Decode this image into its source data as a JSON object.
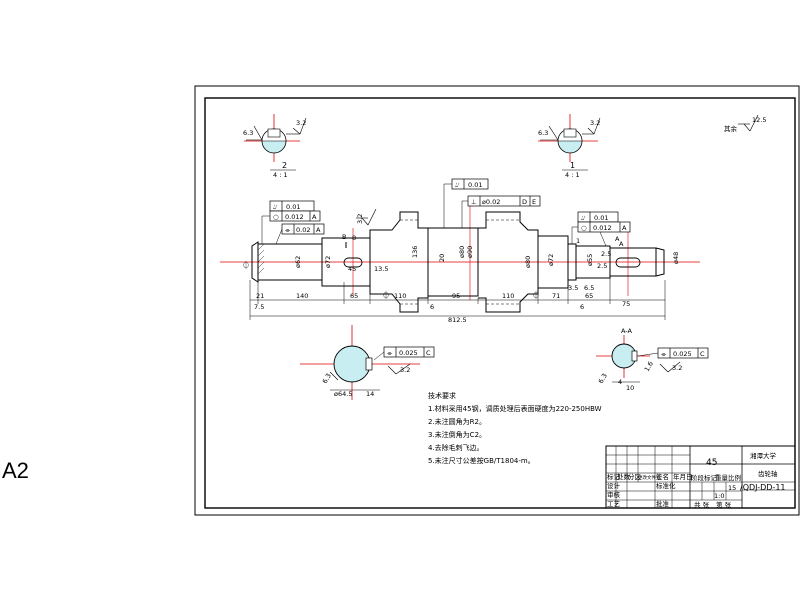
{
  "sheet": {
    "size_label": "A2"
  },
  "dimensions": {
    "d812": "812.5",
    "d140": "140",
    "d65a": "65",
    "d110a": "110",
    "d95": "95",
    "d110b": "110",
    "d71": "71",
    "d65b": "65",
    "d75": "75",
    "d21": "21",
    "d7_5": "7.5",
    "d6a": "6",
    "d6b": "6",
    "d13_5": "13.5",
    "d136": "136",
    "d45": "45",
    "d8": "8",
    "d1": "1",
    "phi62": "ø62",
    "phi72a": "ø72",
    "phi80": "ø80",
    "phi90": "ø90",
    "phi72b": "ø72",
    "phi80b": "ø80",
    "phi55": "ø55",
    "phi48": "ø48",
    "d20": "20",
    "d2_5": "2.5",
    "d6_5": "6.5",
    "d2_5b": "2.5",
    "d3_5": "3.5",
    "phi84": "ø64.5",
    "d14": "14",
    "d10": "10"
  },
  "tolerances": {
    "left_runout": "0.01",
    "left_circularity": "0.012",
    "left_circularity_ref": "A",
    "left_position": "0.02",
    "left_position_ref": "A",
    "mid_runout": "0.01",
    "mid_symbol_value": "⌀0.02",
    "mid_ref_d": "D",
    "mid_ref_e": "E",
    "right_runout": "0.01",
    "right_circularity": "0.012",
    "right_circularity_ref": "A",
    "sec2_symmetry": "0.025",
    "sec2_ref": "C",
    "secA_symmetry": "0.025",
    "secA_ref": "C"
  },
  "roughness": {
    "tl_a": "6.3",
    "tl_b": "3.2",
    "tr_a": "6.3",
    "tr_b": "3.2",
    "corner": "12.5",
    "corner_label": "其余",
    "shaft_a": "3.2",
    "sec2_a": "6.3",
    "sec2_b": "3.2",
    "secA_a": "6.3",
    "secA_b": "1.6",
    "secA_c": "3.2"
  },
  "views": {
    "view2_num": "2",
    "view2_scale": "4 : 1",
    "view1_num": "1",
    "view1_scale": "4 : 1",
    "section_a": "A-A",
    "section_a_marker": "A"
  },
  "notes": {
    "title": "技术要求",
    "items": [
      "1.材料采用45钢，调质处理后表面硬度为220-250HBW",
      "2.未注圆角为R2。",
      "3.未注倒角为C2。",
      "4.去除毛刺飞边。",
      "5.未注尺寸公差按GB/T1804-m。"
    ]
  },
  "title_block": {
    "material": "45",
    "university": "湘潭大学",
    "part_name": "齿轮轴",
    "drawing_no": "/QDJ-DD-11",
    "count": "15",
    "scale": "1:0",
    "row_labels": [
      "标记",
      "处数",
      "分区",
      "更改文件号",
      "签名",
      "年月日"
    ],
    "row2": [
      "设计",
      "标准化"
    ],
    "row3": [
      "审核"
    ],
    "row4": [
      "工艺",
      "批准"
    ],
    "stage_labels": [
      "阶段标记",
      "重量",
      "比例"
    ],
    "bottom_labels": [
      "共 张",
      "第 张"
    ]
  }
}
